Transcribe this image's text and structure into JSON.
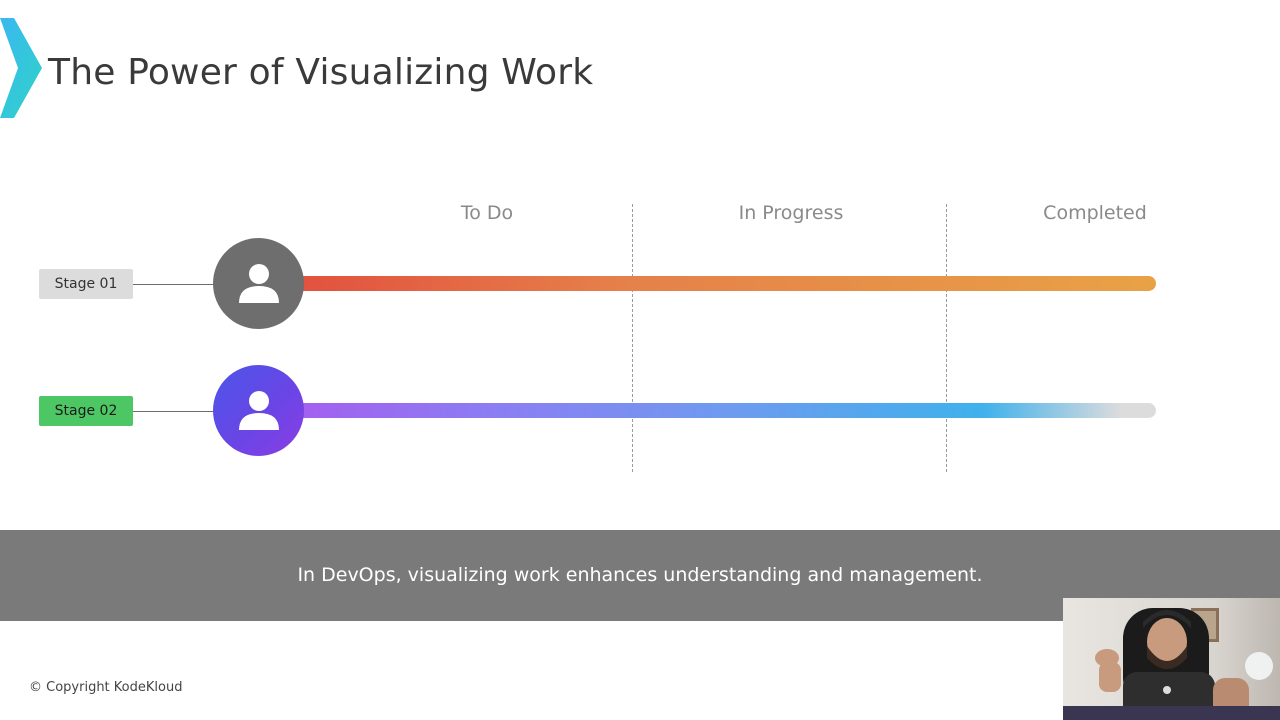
{
  "slide": {
    "title": "The Power of Visualizing Work",
    "accent_colors": {
      "logo_teal": "#2fd3c8",
      "logo_cyan": "#3ab8f0",
      "banner": "#7a7a7a",
      "stage_2_tag": "#4cc764"
    }
  },
  "board": {
    "columns": [
      {
        "label": "To Do"
      },
      {
        "label": "In Progress"
      },
      {
        "label": "Completed"
      }
    ],
    "stages": [
      {
        "label": "Stage 01",
        "icon": "user-icon",
        "progress": 1.0,
        "bar_colors": [
          "#e2503f",
          "#e8a246"
        ]
      },
      {
        "label": "Stage 02",
        "icon": "user-icon",
        "progress": 0.92,
        "bar_colors": [
          "#a45ff0",
          "#3fb1ec"
        ]
      }
    ]
  },
  "banner": {
    "text": "In DevOps, visualizing work enhances understanding and management."
  },
  "footer": {
    "copyright": "© Copyright KodeKloud"
  },
  "webcam": {
    "icon": "presenter-video-feed"
  }
}
